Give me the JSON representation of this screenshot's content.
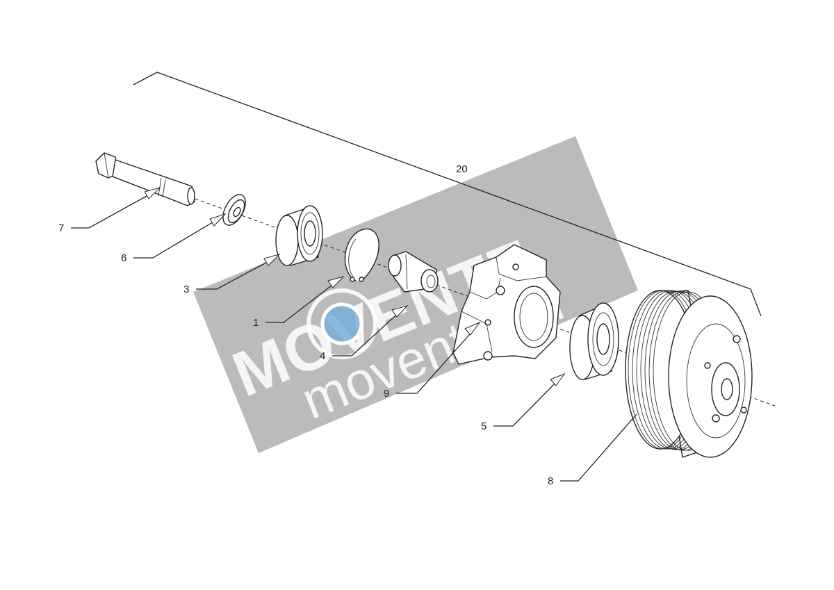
{
  "callouts": {
    "c1": "1",
    "c3": "3",
    "c4": "4",
    "c5": "5",
    "c6": "6",
    "c7": "7",
    "c8": "8",
    "c9": "9",
    "c20": "20"
  },
  "watermark": {
    "brand": "MOVENTE",
    "site": "movente.eu"
  },
  "colors": {
    "line": "#222222",
    "watermark_band": "#a8a8a8",
    "watermark_text": "#ffffff"
  }
}
